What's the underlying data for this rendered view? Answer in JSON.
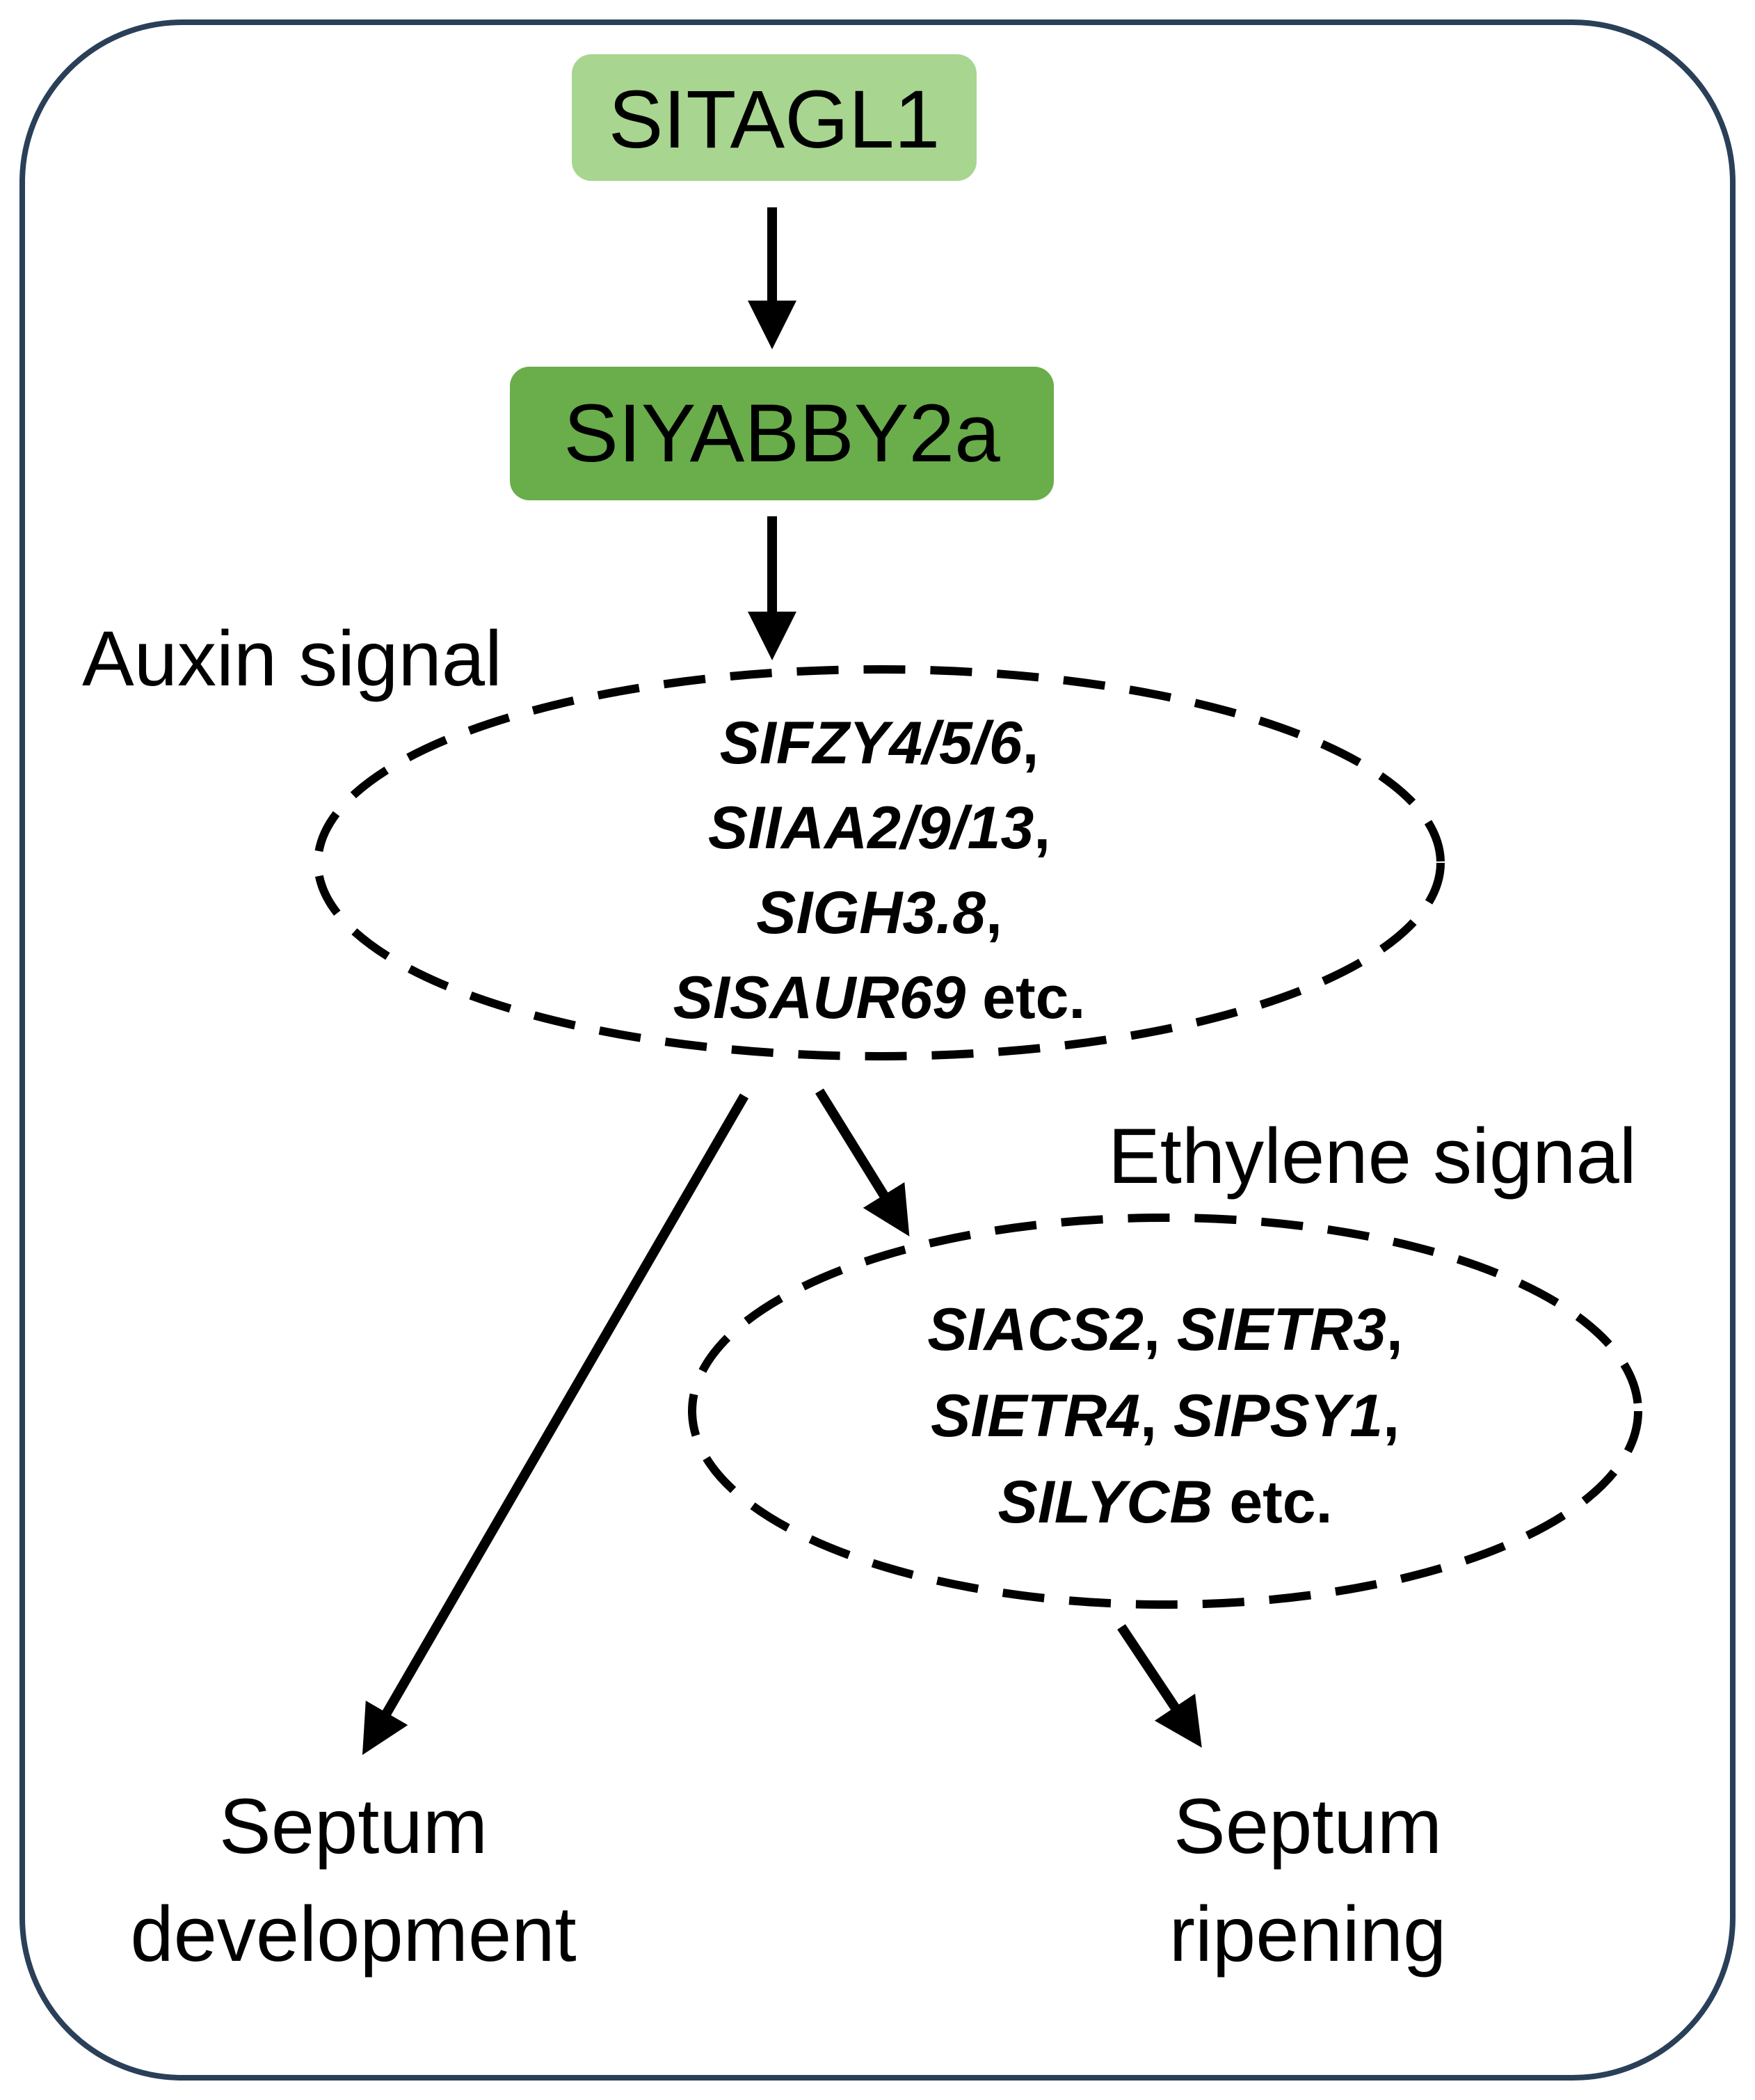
{
  "colors": {
    "frame_stroke": "#2a3f58",
    "light_green": "#a8d58f",
    "mid_green": "#6aad4b",
    "ink": "#000000"
  },
  "nodes": {
    "tagl1": "SITAGL1",
    "yabby": "SIYABBY2a"
  },
  "auxin": {
    "label": "Auxin signal",
    "lines": [
      {
        "italic": "SIFZY4/5/6",
        "plain": ","
      },
      {
        "italic": "SIIAA2/9/13",
        "plain": ","
      },
      {
        "italic": "SIGH3.8",
        "plain": ","
      },
      {
        "italic": "SISAUR69",
        "plain": " etc."
      }
    ]
  },
  "ethylene": {
    "label": "Ethylene signal",
    "lines": [
      {
        "parts": [
          {
            "t": "SIACS2",
            "i": true
          },
          {
            "t": ", ",
            "i": false
          },
          {
            "t": "SIETR3",
            "i": true
          },
          {
            "t": ",",
            "i": false
          }
        ]
      },
      {
        "parts": [
          {
            "t": "SIETR4",
            "i": true
          },
          {
            "t": ", ",
            "i": false
          },
          {
            "t": "SIPSY1",
            "i": true
          },
          {
            "t": ",",
            "i": false
          }
        ]
      },
      {
        "parts": [
          {
            "t": "SILYCB",
            "i": true
          },
          {
            "t": " etc.",
            "i": false
          }
        ]
      }
    ]
  },
  "outcomes": {
    "development": [
      "Septum",
      "development"
    ],
    "ripening": [
      "Septum",
      "ripening"
    ]
  }
}
